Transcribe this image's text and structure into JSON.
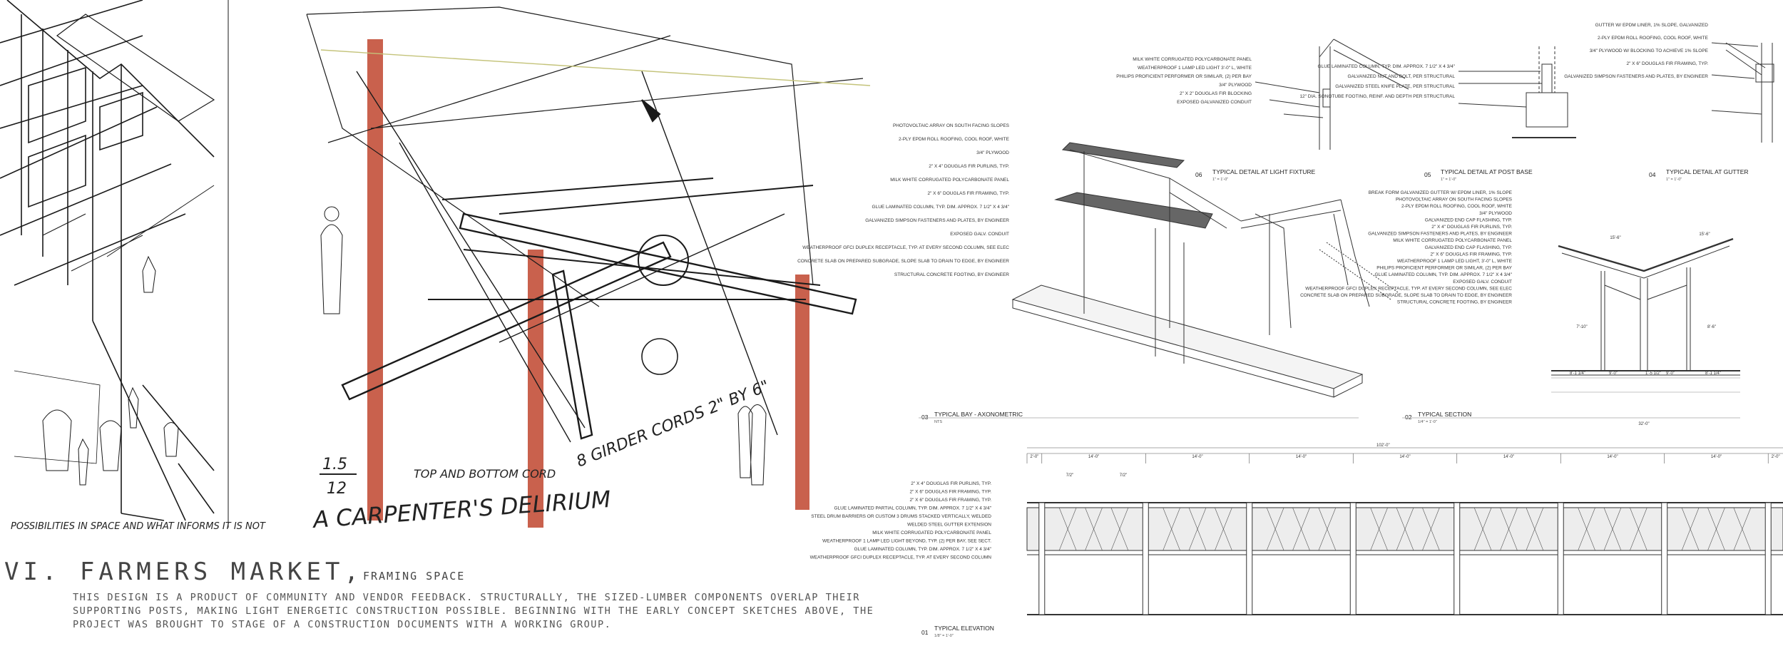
{
  "sketch": {
    "left_caption": "POSSIBILITIES IN SPACE AND WHAT INFORMS IT IS NOT",
    "scale_num": "1.5",
    "scale_den": "12",
    "chord_note": "TOP AND BOTTOM CORD",
    "girder_note": "8 GIRDER CORDS 2\" BY 6\"",
    "carpenter": "A CARPENTER'S DELIRIUM"
  },
  "heading": {
    "title": "VI. FARMERS MARKET,",
    "subtitle": "FRAMING SPACE",
    "description": "THIS DESIGN IS A PRODUCT OF COMMUNITY AND VENDOR FEEDBACK. STRUCTURALLY, THE SIZED-LUMBER COMPONENTS OVERLAP THEIR SUPPORTING POSTS, MAKING LIGHT ENERGETIC CONSTRUCTION POSSIBLE. BEGINNING WITH THE EARLY CONCEPT SKETCHES ABOVE, THE PROJECT WAS BROUGHT TO STAGE OF A CONSTRUCTION DOCUMENTS WITH A WORKING GROUP."
  },
  "details": {
    "d06": {
      "num": "06",
      "title": "TYPICAL DETAIL AT LIGHT FIXTURE",
      "scale": "1\" = 1'-0\"",
      "notes": [
        "MILK WHITE CORRUGATED POLYCARBONATE PANEL",
        "WEATHERPROOF 1 LAMP LED LIGHT 3'-0\" L, WHITE",
        "PHILIPS PROFICIENT PERFORMER OR SIMILAR, (2) PER BAY",
        "3/4\" PLYWOOD",
        "2\" X 2\" DOUGLAS FIR BLOCKING",
        "EXPOSED GALVANIZED CONDUIT"
      ]
    },
    "d05": {
      "num": "05",
      "title": "TYPICAL DETAIL AT POST BASE",
      "scale": "1\" = 1'-0\"",
      "notes": [
        "GLUE LAMINATED COLUMN, TYP. DIM. APPROX. 7 1/2\" X 4 3/4\"",
        "GALVANIZED NUT AND BOLT, PER STRUCTURAL",
        "GALVANIZED STEEL KNIFE PLATE, PER STRUCTURAL",
        "12\" DIA. SONOTUBE FOOTING, REINF. AND DEPTH PER STRUCTURAL"
      ]
    },
    "d04": {
      "num": "04",
      "title": "TYPICAL DETAIL AT GUTTER",
      "scale": "1\" = 1'-0\"",
      "notes": [
        "GUTTER W/ EPDM LINER, 1% SLOPE, GALVANIZED",
        "2-PLY EPDM ROLL ROOFING, COOL ROOF, WHITE",
        "3/4\" PLYWOOD W/ BLOCKING TO ACHIEVE 1% SLOPE",
        "2\" X 6\" DOUGLAS FIR FRAMING, TYP.",
        "GALVANIZED SIMPSON FASTENERS AND PLATES, BY ENGINEER"
      ]
    },
    "d03": {
      "num": "03",
      "title": "TYPICAL BAY - AXONOMETRIC",
      "scale": "NTS",
      "notes": [
        "PHOTOVOLTAIC ARRAY ON SOUTH FACING SLOPES",
        "2-PLY EPDM ROLL ROOFING, COOL ROOF, WHITE",
        "3/4\" PLYWOOD",
        "2\" X 4\" DOUGLAS FIR PURLINS, TYP.",
        "MILK WHITE CORRUGATED POLYCARBONATE PANEL",
        "2\" X 6\" DOUGLAS FIR FRAMING, TYP.",
        "GLUE LAMINATED COLUMN, TYP. DIM. APPROX. 7 1/2\" X 4 3/4\"",
        "GALVANIZED SIMPSON FASTENERS AND PLATES, BY ENGINEER",
        "EXPOSED GALV. CONDUIT",
        "WEATHERPROOF GFCI DUPLEX RECEPTACLE, TYP. AT EVERY SECOND COLUMN, SEE ELEC",
        "CONCRETE SLAB ON PREPARED SUBGRADE, SLOPE SLAB TO DRAIN TO EDGE, BY ENGINEER",
        "STRUCTURAL CONCRETE FOOTING, BY ENGINEER"
      ]
    },
    "d02": {
      "num": "02",
      "title": "TYPICAL SECTION",
      "scale": "1/4\" = 1'-0\"",
      "notes": [
        "BREAK FORM GALVANIZED GUTTER W/ EPDM LINER, 1% SLOPE",
        "PHOTOVOLTAIC ARRAY ON SOUTH FACING SLOPES",
        "2-PLY EPDM ROLL ROOFING, COOL ROOF, WHITE",
        "3/4\" PLYWOOD",
        "GALVANIZED END CAP FLASHING, TYP.",
        "2\" X 4\" DOUGLAS FIR PURLINS, TYP.",
        "GALVANIZED SIMPSON FASTENERS AND PLATES, BY ENGINEER",
        "MILK WHITE CORRUGATED POLYCARBONATE PANEL",
        "GALVANIZED END CAP FLASHING, TYP.",
        "2\" X 6\" DOUGLAS FIR FRAMING, TYP.",
        "WEATHERPROOF 1 LAMP LED LIGHT, 3'-0\" L, WHITE",
        "PHILIPS PROFICIENT PERFORMER OR SIMILAR, (2) PER BAY",
        "GLUE LAMINATED COLUMN, TYP. DIM. APPROX. 7 1/2\" X 4 3/4\"",
        "EXPOSED GALV. CONDUIT",
        "WEATHERPROOF GFCI DUPLEX RECEPTACLE, TYP. AT EVERY SECOND COLUMN, SEE ELEC",
        "CONCRETE SLAB ON PREPARED SUBGRADE, SLOPE SLAB TO DRAIN TO EDGE, BY ENGINEER",
        "STRUCTURAL CONCRETE FOOTING, BY ENGINEER"
      ],
      "dims": [
        "8'-1 1/4\"",
        "9'-0\"",
        "1'-5 1/2\"",
        "9'-0\"",
        "8'-1 1/4\"",
        "32'-0\"",
        "15'-6\"",
        "15'-6\"",
        "7'-10\"",
        "8'-6\""
      ]
    },
    "d01": {
      "num": "01",
      "title": "TYPICAL ELEVATION",
      "scale": "1/8\" = 1'-0\"",
      "overall": "102'-0\"",
      "bays": [
        "2'-0\"",
        "14'-0\"",
        "14'-0\"",
        "14'-0\"",
        "14'-0\"",
        "14'-0\"",
        "14'-0\"",
        "14'-0\"",
        "2'-0\""
      ],
      "sub": [
        "7/2\"",
        "7/2\""
      ],
      "notes": [
        "2\" X 4\" DOUGLAS FIR PURLINS, TYP.",
        "2\" X 6\" DOUGLAS FIR FRAMING, TYP.",
        "2\" X 6\" DOUGLAS FIR FRAMING, TYP.",
        "GLUE LAMINATED PARTIAL COLUMN, TYP. DIM. APPROX. 7 1/2\" X 4 3/4\"",
        "STEEL DRUM BARRIERS OR CUSTOM 3 DRUMS STACKED VERTICALLY, WELDED",
        "WELDED STEEL GUTTER EXTENSION",
        "MILK WHITE CORRUGATED POLYCARBONATE PANEL",
        "WEATHERPROOF 1 LAMP LED LIGHT BEYOND, TYP. (2) PER BAY, SEE SECT.",
        "GLUE LAMINATED COLUMN, TYP. DIM. APPROX. 7 1/2\" X 4 3/4\"",
        "WEATHERPROOF GFCI DUPLEX RECEPTACLE, TYP. AT EVERY SECOND COLUMN"
      ]
    }
  },
  "colors": {
    "red_post": "#c0452e",
    "ink": "#1a1a1a",
    "line": "#333333"
  }
}
